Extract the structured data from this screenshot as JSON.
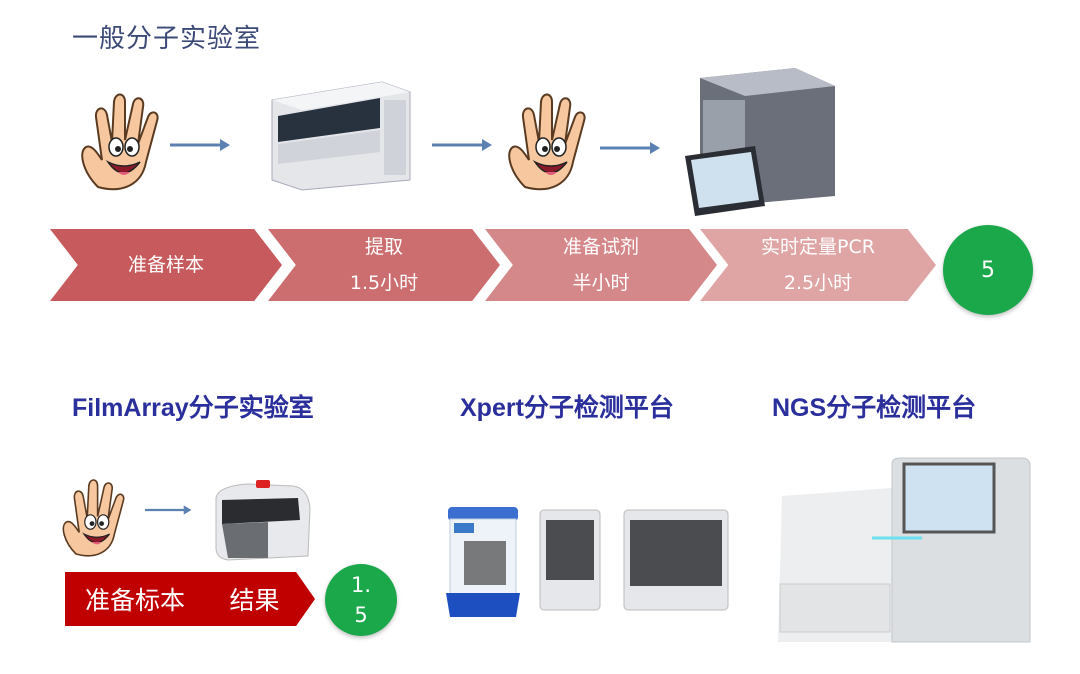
{
  "top_section": {
    "title": "一般分子实验室",
    "steps": [
      {
        "line1": "准备样本",
        "line2": ""
      },
      {
        "line1": "提取",
        "line2": "1.5小时"
      },
      {
        "line1": "准备试剂",
        "line2": "半小时"
      },
      {
        "line1": "实时定量PCR",
        "line2": "2.5小时"
      }
    ],
    "total": "5",
    "colors": [
      "#c65a5c",
      "#cc6e6f",
      "#d48889",
      "#dfa5a5"
    ]
  },
  "filmarray": {
    "title": "FilmArray分子实验室",
    "steps": [
      "准备标本",
      "结果"
    ],
    "total_line1": "1.",
    "total_line2": "5"
  },
  "xpert": {
    "title": "Xpert分子检测平台"
  },
  "ngs": {
    "title": "NGS分子检测平台"
  },
  "accent_green": "#1aa84a"
}
